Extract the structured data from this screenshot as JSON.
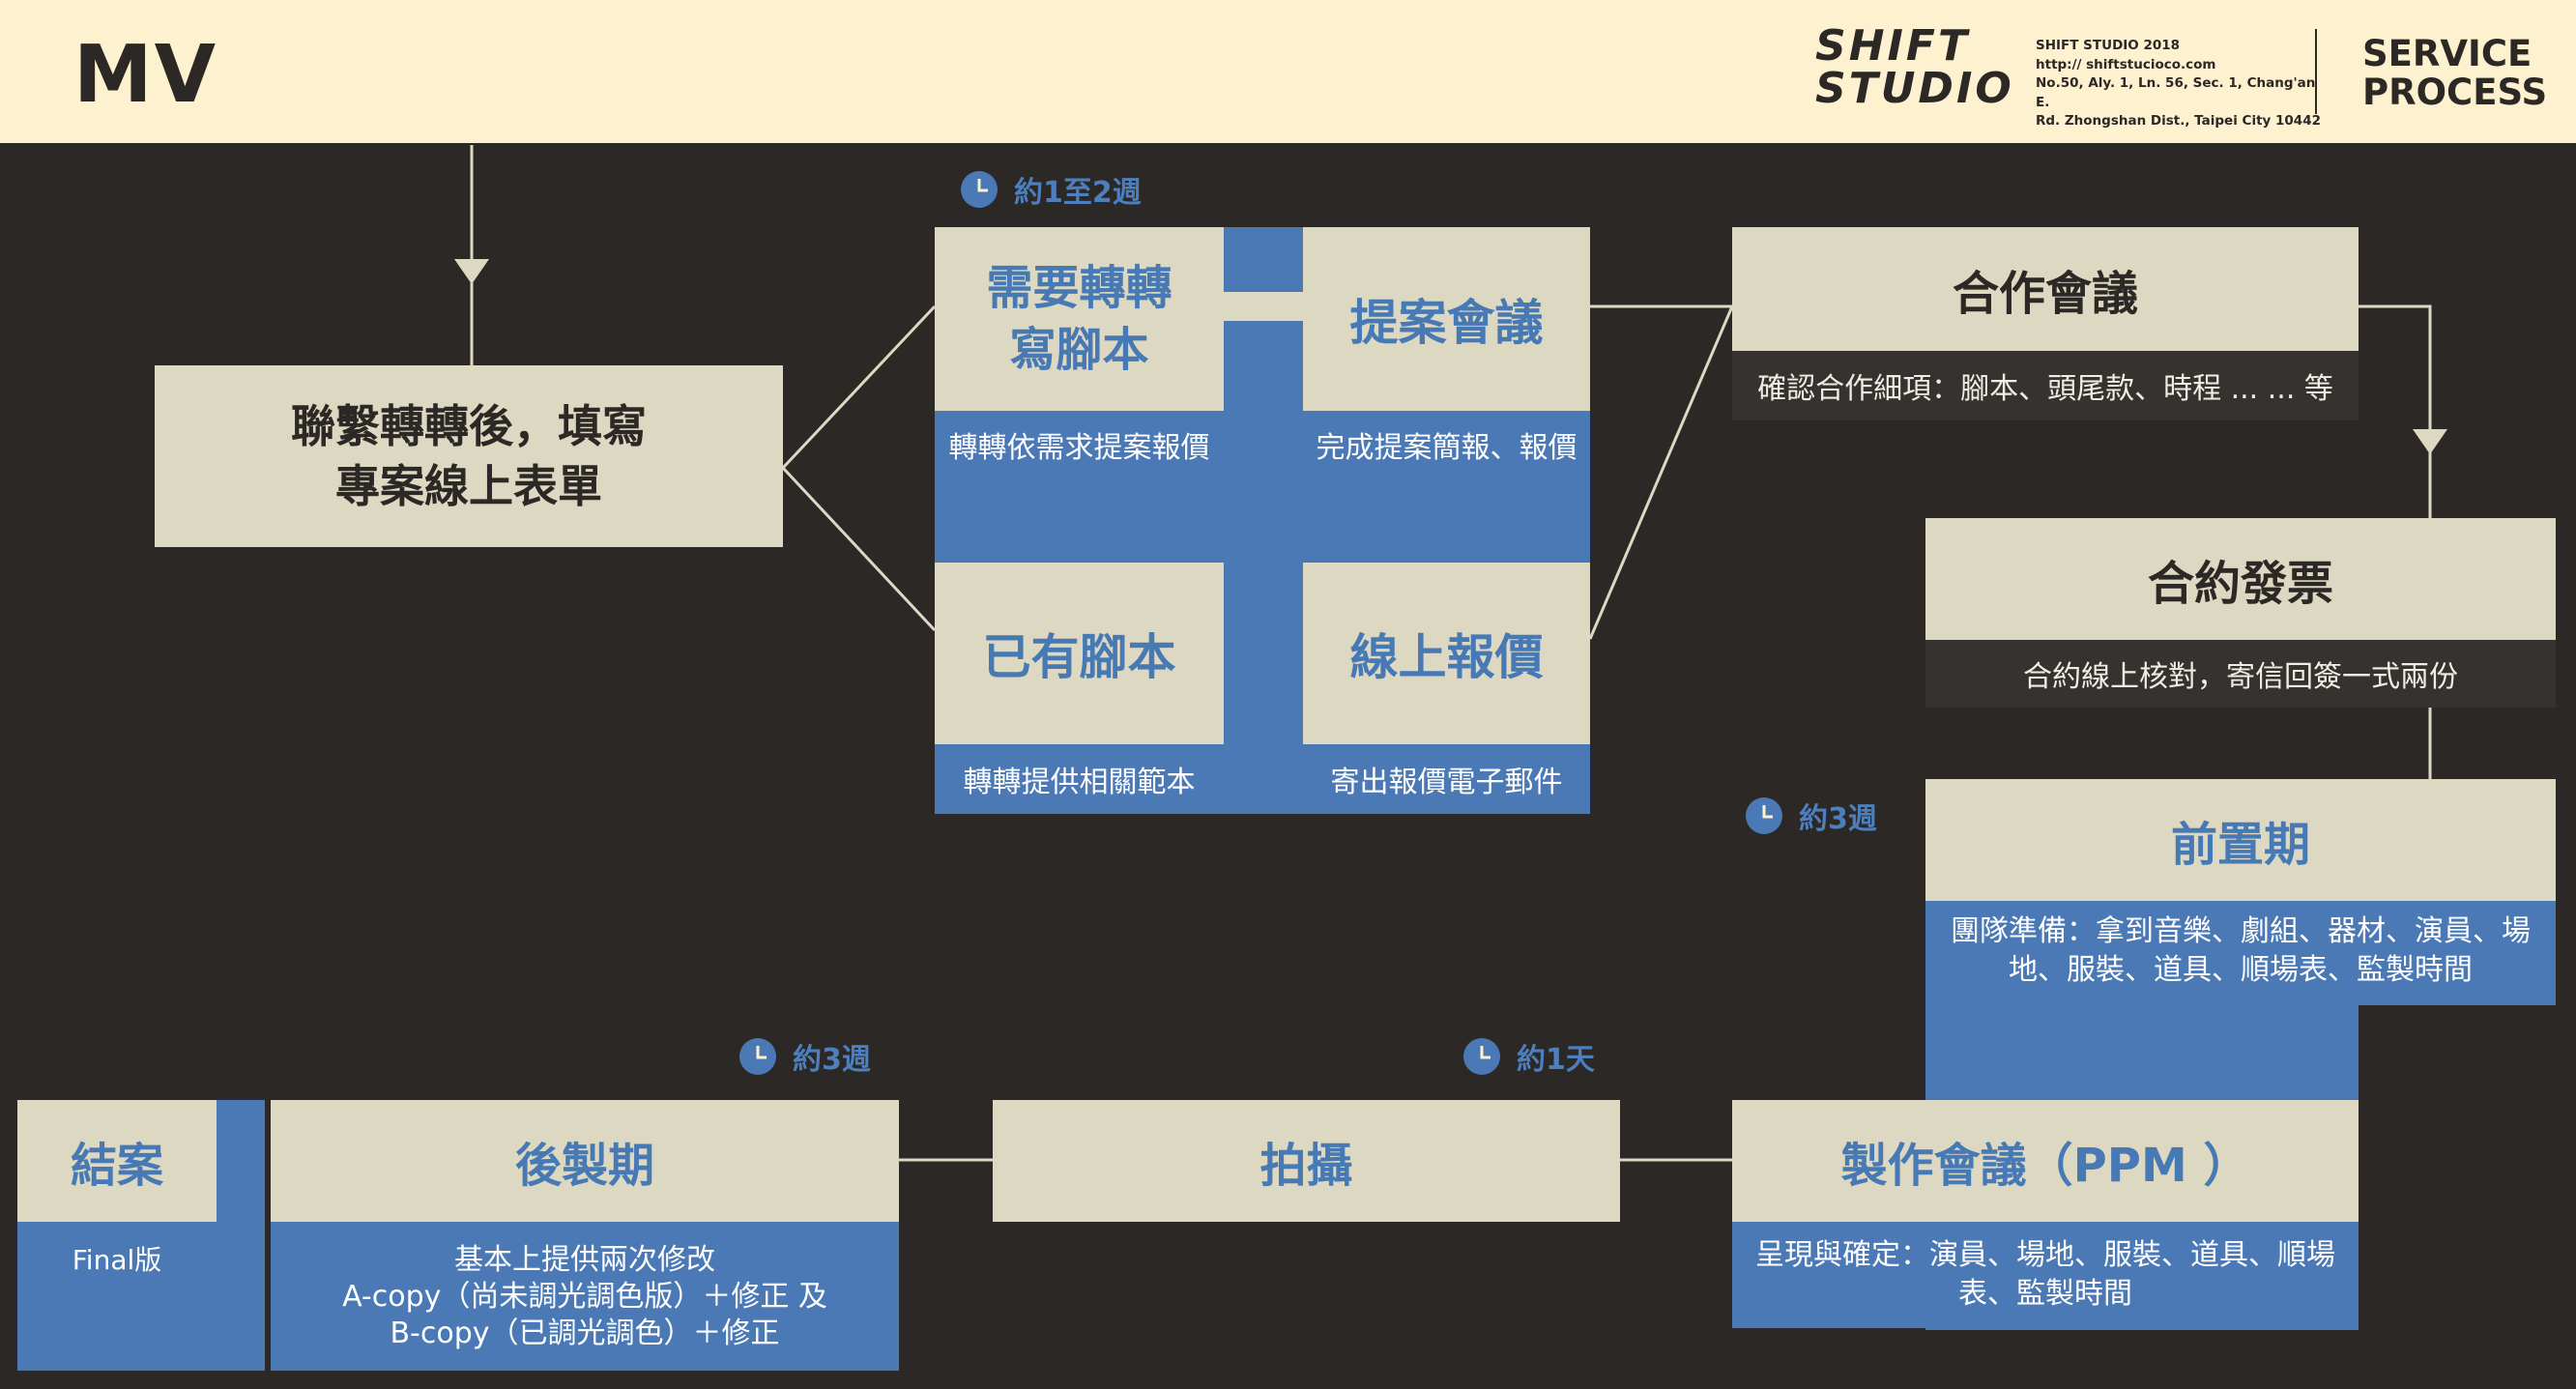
{
  "header": {
    "title": "MV",
    "logo_line1": "SHIFT",
    "logo_line2": "STUDIO",
    "company": "SHIFT STUDIO 2018",
    "website": "http:// shiftstucioco.com",
    "address_line1": "No.50, Aly. 1, Ln. 56, Sec. 1, Chang'an E.",
    "address_line2": "Rd. Zhongshan Dist., Taipei City 10442",
    "process_line1": "SERVICE",
    "process_line2": "PROCESS"
  },
  "colors": {
    "background": "#2b2825",
    "header": "#fdf1cf",
    "card": "#ddd8c2",
    "blue": "#4a79b6",
    "line": "#ddd8c2"
  },
  "steps": {
    "contact": {
      "title_line1": "聯繫轉轉後，填寫",
      "title_line2": "專案線上表單"
    },
    "need_script": {
      "title_line1": "需要轉轉",
      "title_line2": "寫腳本",
      "desc": "轉轉依需求提案報價"
    },
    "has_script": {
      "title": "已有腳本",
      "desc": "轉轉提供相關範本"
    },
    "proposal": {
      "title": "提案會議",
      "desc": "完成提案簡報、報價"
    },
    "quote": {
      "title": "線上報價",
      "desc": "寄出報價電子郵件"
    },
    "coop": {
      "title": "合作會議",
      "desc": "確認合作細項：腳本、頭尾款、時程 ... ... 等"
    },
    "contract": {
      "title": "合約發票",
      "desc": "合約線上核對，寄信回簽一式兩份"
    },
    "preprod": {
      "title": "前置期",
      "desc_line1": "團隊準備：拿到音樂、劇組、器材、演員、場",
      "desc_line2": "地、服裝、道具、順場表、監製時間"
    },
    "ppm": {
      "title": "製作會議（PPM ）",
      "desc_line1": "呈現與確定：演員、場地、服裝、道具、順場",
      "desc_line2": "表、監製時間"
    },
    "shoot": {
      "title": "拍攝"
    },
    "post": {
      "title": "後製期",
      "desc_line1": "基本上提供兩次修改",
      "desc_line2": "A-copy（尚未調光調色版）＋修正 及",
      "desc_line3": "B-copy（已調光調色）＋修正"
    },
    "close": {
      "title": "結案",
      "desc": "Final版"
    }
  },
  "durations": {
    "planning": "約1至2週",
    "preprod": "約3週",
    "shoot": "約1天",
    "post": "約3週"
  },
  "icons": {
    "duration": "clock-icon",
    "arrow": "arrow-down-icon"
  }
}
